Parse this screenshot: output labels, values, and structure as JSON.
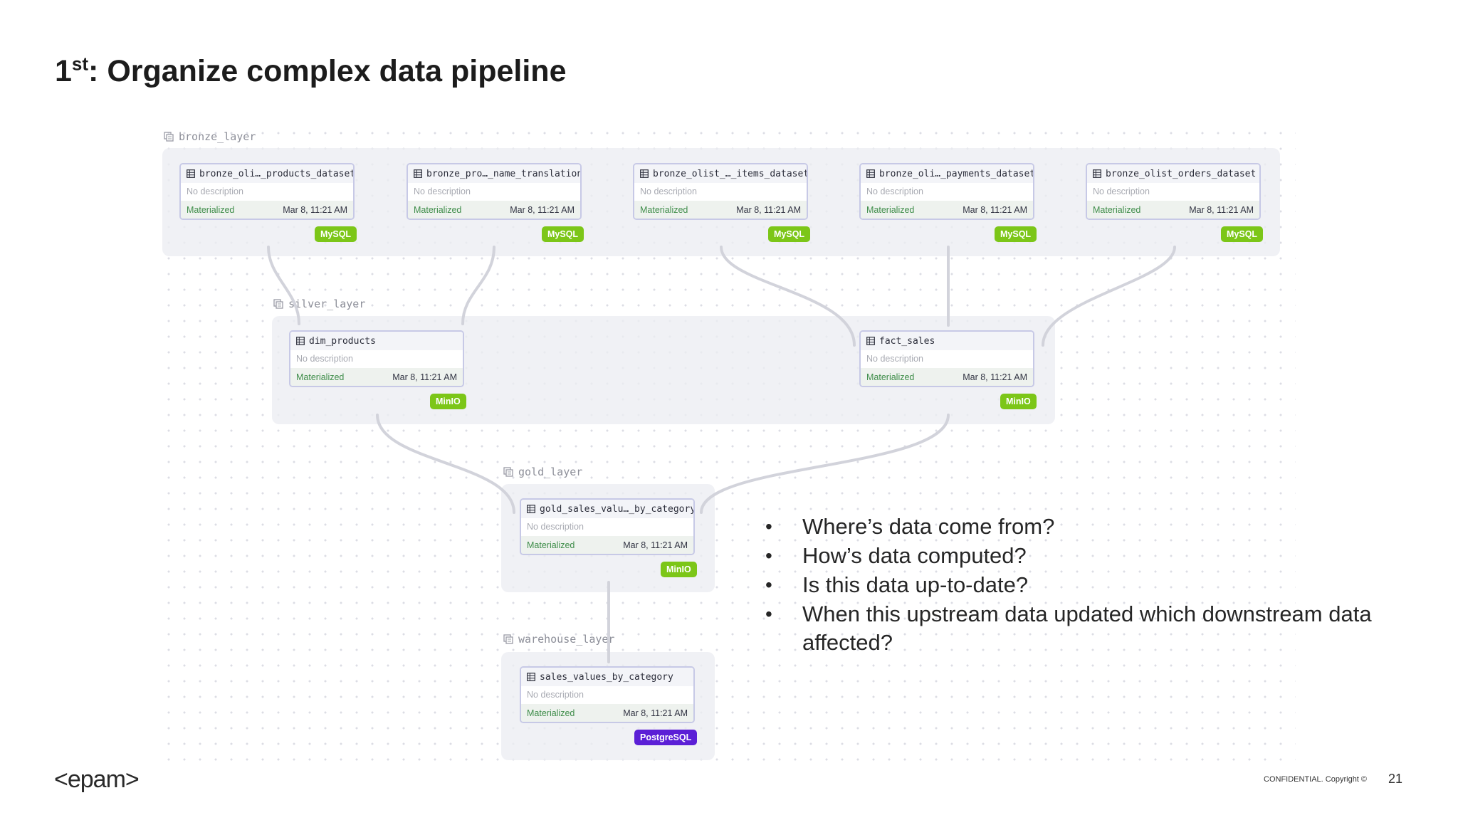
{
  "slide": {
    "title_main": "1",
    "title_sup": "st",
    "title_rest": ": Organize complex data pipeline"
  },
  "groups": [
    {
      "id": "bronze",
      "label": "bronze_layer"
    },
    {
      "id": "silver",
      "label": "silver_layer"
    },
    {
      "id": "gold",
      "label": "gold_layer"
    },
    {
      "id": "warehouse",
      "label": "warehouse_layer"
    }
  ],
  "assets": [
    {
      "name": "bronze_oli…_products_dataset",
      "description": "No description",
      "status": "Materialized",
      "time": "Mar 8, 11:21 AM",
      "kind": "MySQL"
    },
    {
      "name": "bronze_pro…_name_translation",
      "description": "No description",
      "status": "Materialized",
      "time": "Mar 8, 11:21 AM",
      "kind": "MySQL"
    },
    {
      "name": "bronze_olist_…_items_dataset",
      "description": "No description",
      "status": "Materialized",
      "time": "Mar 8, 11:21 AM",
      "kind": "MySQL"
    },
    {
      "name": "bronze_oli…_payments_dataset",
      "description": "No description",
      "status": "Materialized",
      "time": "Mar 8, 11:21 AM",
      "kind": "MySQL"
    },
    {
      "name": "bronze_olist_orders_dataset",
      "description": "No description",
      "status": "Materialized",
      "time": "Mar 8, 11:21 AM",
      "kind": "MySQL"
    },
    {
      "name": "dim_products",
      "description": "No description",
      "status": "Materialized",
      "time": "Mar 8, 11:21 AM",
      "kind": "MinIO"
    },
    {
      "name": "fact_sales",
      "description": "No description",
      "status": "Materialized",
      "time": "Mar 8, 11:21 AM",
      "kind": "MinIO"
    },
    {
      "name": "gold_sales_valu…_by_category",
      "description": "No description",
      "status": "Materialized",
      "time": "Mar 8, 11:21 AM",
      "kind": "MinIO"
    },
    {
      "name": "sales_values_by_category",
      "description": "No description",
      "status": "Materialized",
      "time": "Mar 8, 11:21 AM",
      "kind": "PostgreSQL"
    }
  ],
  "colors": {
    "mysql_badge": "#7cc618",
    "minio_badge": "#7cc618",
    "postgres_badge": "#5b1fd6",
    "edge": "#d2d3db"
  },
  "questions": [
    "Where’s data come from?",
    "How’s data computed?",
    "Is this data up-to-date?",
    "When this upstream data updated which downstream data affected?"
  ],
  "footer": {
    "logo": "<epam>",
    "confidential": "CONFIDENTIAL. Copyright ©",
    "page_number": "21"
  }
}
